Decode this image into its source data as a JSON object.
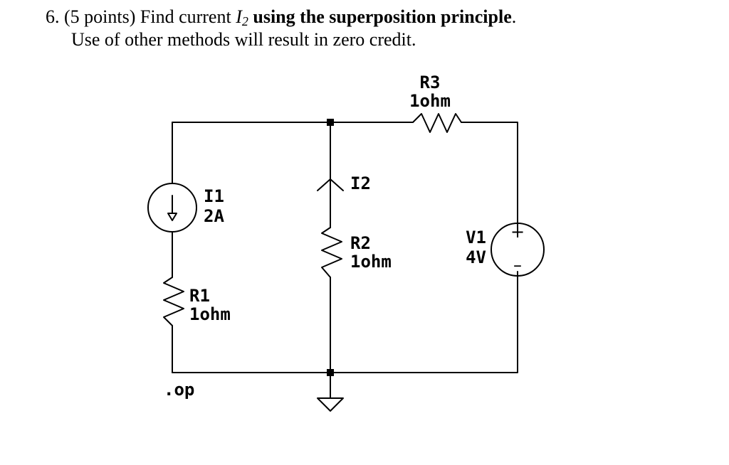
{
  "problem": {
    "number": "6.",
    "points": "(5 points)",
    "text_before": "Find current",
    "current_symbol": "I",
    "current_subscript": "2",
    "text_bold": "using the superposition principle",
    "text_end": ".",
    "line2": "Use of other methods will result in zero credit."
  },
  "circuit": {
    "components": {
      "r3": {
        "name": "R3",
        "value": "1ohm"
      },
      "i1": {
        "name": "I1",
        "value": "2A"
      },
      "i2": {
        "name": "I2"
      },
      "r2": {
        "name": "R2",
        "value": "1ohm"
      },
      "v1": {
        "name": "V1",
        "value": "4V",
        "plus": "+",
        "minus": "–"
      },
      "r1": {
        "name": "R1",
        "value": "1ohm"
      }
    },
    "directive": ".op"
  }
}
